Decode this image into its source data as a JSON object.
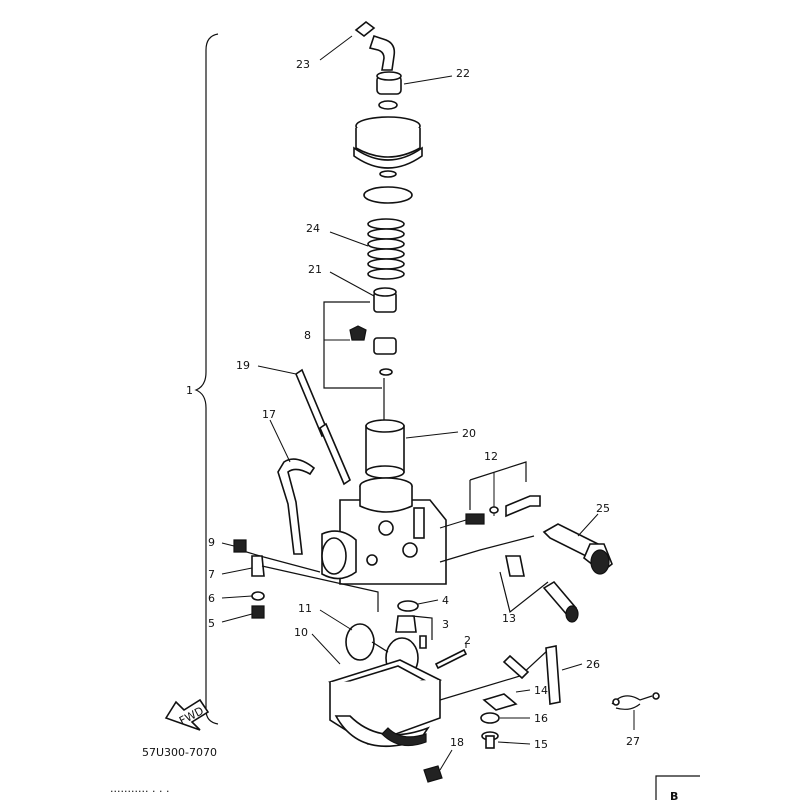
{
  "diagram": {
    "assembly_label": "1",
    "part_code": "57U300-7070",
    "direction_label": "FWD",
    "corner_label": "B",
    "footer_text": "...........  .  .  .",
    "callouts": [
      {
        "id": "c23",
        "label": "23",
        "part": "hose-elbow"
      },
      {
        "id": "c22",
        "label": "22",
        "part": "cap-nut"
      },
      {
        "id": "c24",
        "label": "24",
        "part": "throttle-spring"
      },
      {
        "id": "c21",
        "label": "21",
        "part": "needle-holder"
      },
      {
        "id": "c8",
        "label": "8",
        "part": "needle-set"
      },
      {
        "id": "c19",
        "label": "19",
        "part": "vent-hose"
      },
      {
        "id": "c20",
        "label": "20",
        "part": "throttle-valve"
      },
      {
        "id": "c17",
        "label": "17",
        "part": "air-hose"
      },
      {
        "id": "c12",
        "label": "12",
        "part": "pilot-screw-set"
      },
      {
        "id": "c25",
        "label": "25",
        "part": "starter-plunger"
      },
      {
        "id": "c9",
        "label": "9",
        "part": "main-jet-a"
      },
      {
        "id": "c7",
        "label": "7",
        "part": "needle-jet"
      },
      {
        "id": "c6",
        "label": "6",
        "part": "washer"
      },
      {
        "id": "c5",
        "label": "5",
        "part": "main-jet-b"
      },
      {
        "id": "c4",
        "label": "4",
        "part": "o-ring"
      },
      {
        "id": "c13",
        "label": "13",
        "part": "throttle-stop-screw-set"
      },
      {
        "id": "c11",
        "label": "11",
        "part": "float"
      },
      {
        "id": "c3",
        "label": "3",
        "part": "needle-valve-set"
      },
      {
        "id": "c10",
        "label": "10",
        "part": "float-chamber-gasket"
      },
      {
        "id": "c2",
        "label": "2",
        "part": "float-pin"
      },
      {
        "id": "c26",
        "label": "26",
        "part": "drain-hose"
      },
      {
        "id": "c14",
        "label": "14",
        "part": "hose-clamp-plate"
      },
      {
        "id": "c16",
        "label": "16",
        "part": "spring-washer"
      },
      {
        "id": "c15",
        "label": "15",
        "part": "screw"
      },
      {
        "id": "c18",
        "label": "18",
        "part": "drain-screw"
      },
      {
        "id": "c27",
        "label": "27",
        "part": "hose-clip"
      }
    ]
  }
}
